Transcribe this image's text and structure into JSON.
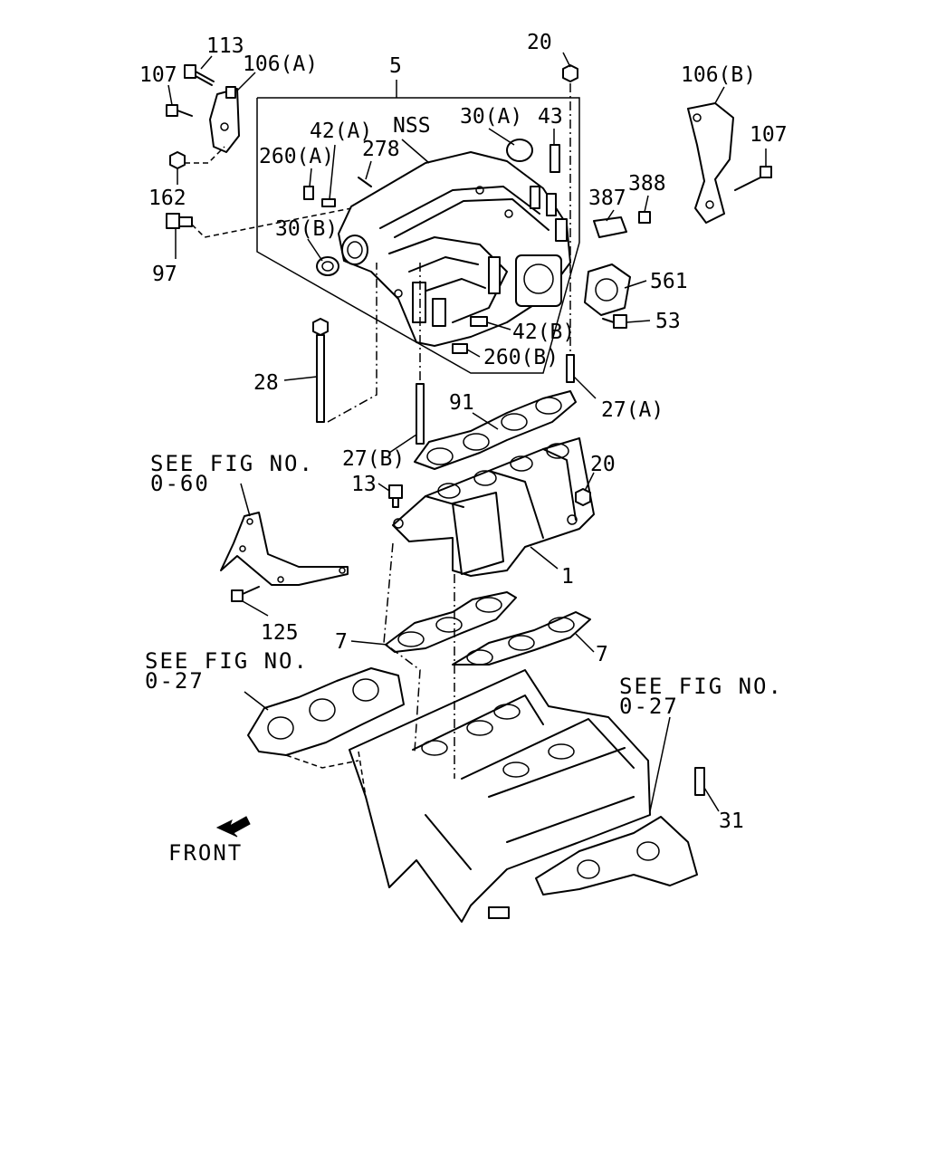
{
  "callouts": {
    "c113": "113",
    "c107a": "107",
    "c106a": "106(A)",
    "c5": "5",
    "c20a": "20",
    "c106b": "106(B)",
    "c107b": "107",
    "c42a": "42(A)",
    "cnss": "NSS",
    "c30a": "30(A)",
    "c43": "43",
    "c260a": "260(A)",
    "c278": "278",
    "c162": "162",
    "c387": "387",
    "c388": "388",
    "c30b": "30(B)",
    "c97": "97",
    "c561": "561",
    "c53": "53",
    "c42b": "42(B)",
    "c260b": "260(B)",
    "c28": "28",
    "c27a": "27(A)",
    "c91": "91",
    "c27b": "27(B)",
    "c20b": "20",
    "c13": "13",
    "c1": "1",
    "c125": "125",
    "c7a": "7",
    "c7b": "7",
    "c31": "31"
  },
  "references": {
    "ref1_line1": "SEE FIG NO.",
    "ref1_line2": "0-60",
    "ref2_line1": "SEE FIG NO.",
    "ref2_line2": "0-27",
    "ref3_line1": "SEE FIG NO.",
    "ref3_line2": "0-27"
  },
  "front_label": "FRONT"
}
